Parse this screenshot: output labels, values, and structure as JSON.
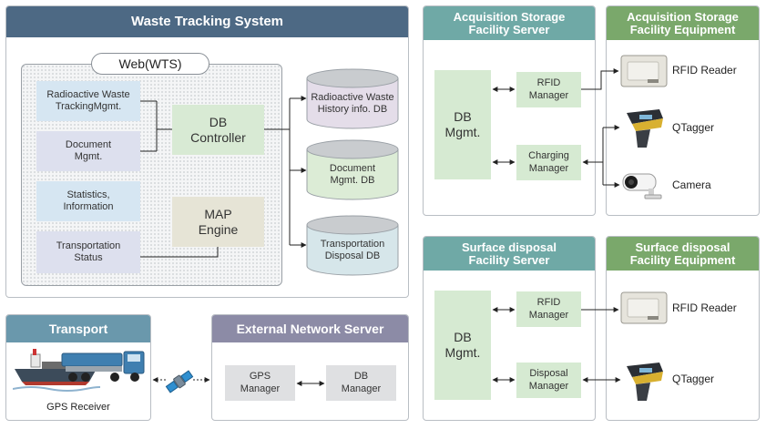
{
  "wts": {
    "title": "Waste Tracking System",
    "web_label": "Web(WTS)",
    "modules": [
      "Radioactive Waste\nTrackingMgmt.",
      "Document\nMgmt.",
      "Statistics,\nInformation",
      "Transportation\nStatus"
    ],
    "db_controller": "DB\nController",
    "map_engine": "MAP\nEngine",
    "dbs": [
      "Radioactive Waste\nHistory info. DB",
      "Document\nMgmt. DB",
      "Transportation\nDisposal DB"
    ]
  },
  "acq_server": {
    "title": "Acquisition Storage\nFacility Server",
    "db_mgmt": "DB\nMgmt.",
    "rfid_manager": "RFID\nManager",
    "charging_manager": "Charging\nManager"
  },
  "acq_equipment": {
    "title": "Acquisition Storage\nFacility Equipment",
    "devices": [
      "RFID Reader",
      "QTagger",
      "Camera"
    ]
  },
  "surface_server": {
    "title": "Surface disposal\nFacility Server",
    "db_mgmt": "DB\nMgmt.",
    "rfid_manager": "RFID\nManager",
    "disposal_manager": "Disposal\nManager"
  },
  "surface_equipment": {
    "title": "Surface disposal\nFacility Equipment",
    "devices": [
      "RFID Reader",
      "QTagger"
    ]
  },
  "transport": {
    "title": "Transport",
    "caption": "GPS Receiver"
  },
  "external": {
    "title": "External Network Server",
    "gps_manager": "GPS\nManager",
    "db_manager": "DB\nManager"
  },
  "colors": {
    "wts_header": "#4d6984",
    "server_header": "#6fa9a6",
    "equipment_header": "#7aa86b",
    "transport_header": "#6a98ac",
    "external_header": "#8c8ba6",
    "db_top": "#c9cccf"
  },
  "icons": [
    "rfid-reader-icon",
    "qtagger-icon",
    "camera-icon",
    "ship-icon",
    "truck-icon",
    "satellite-icon"
  ]
}
